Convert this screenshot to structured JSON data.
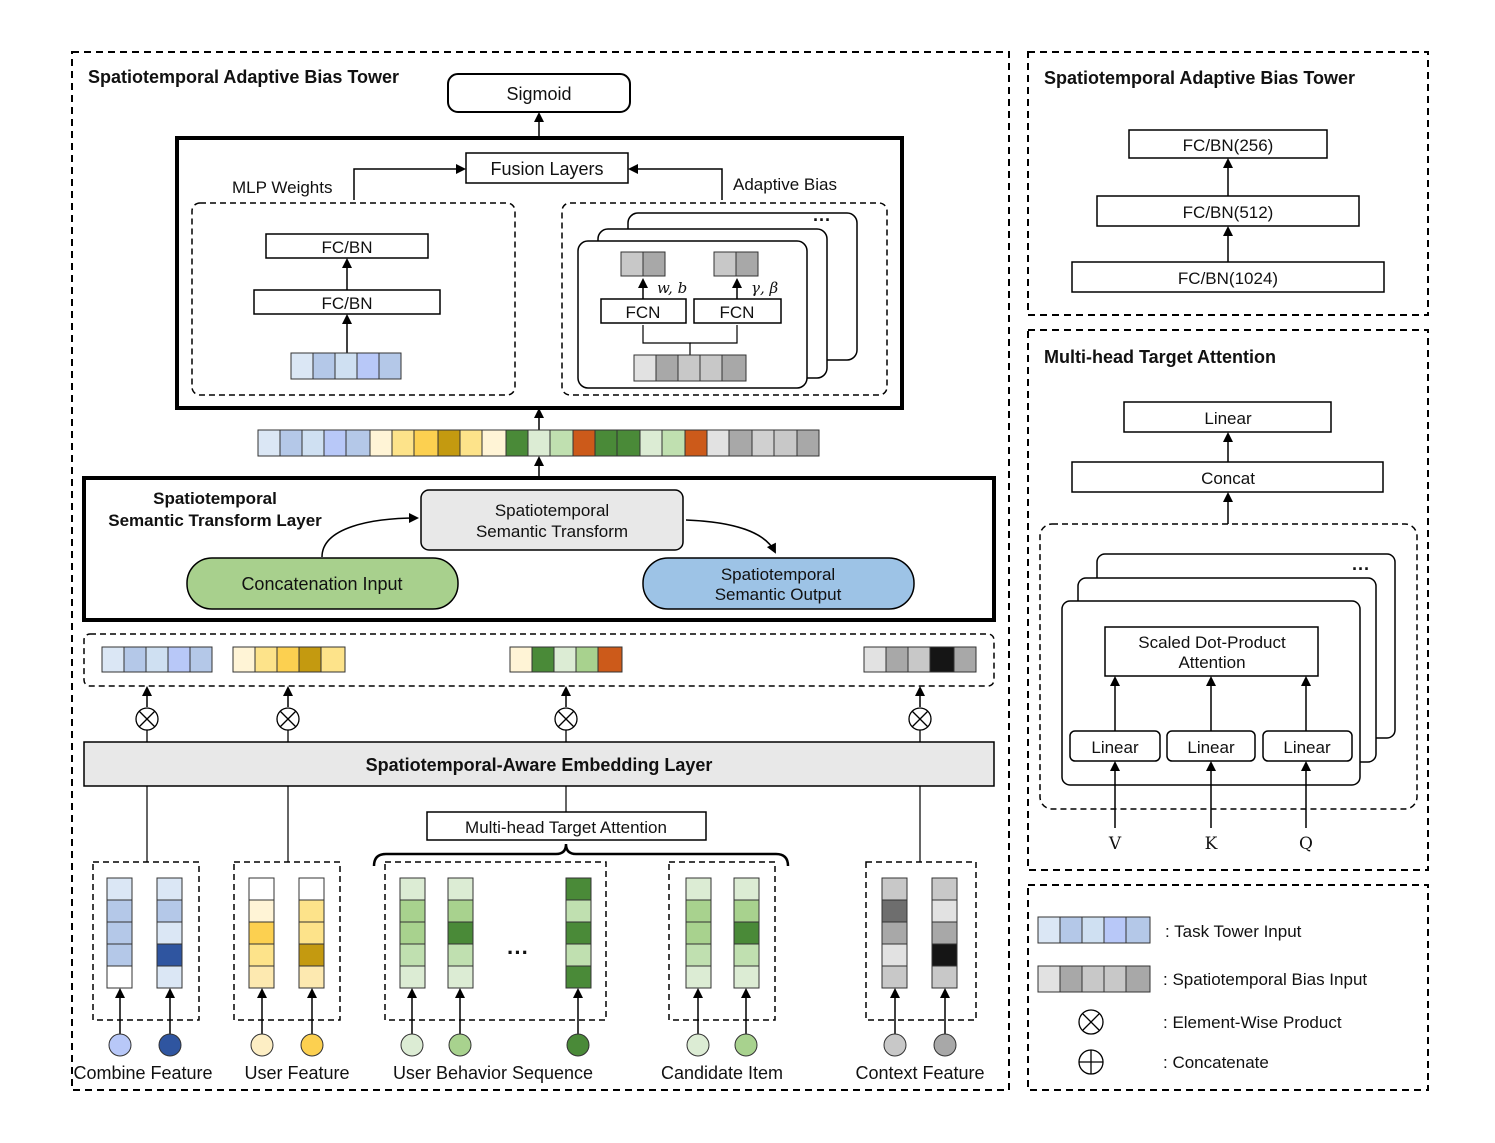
{
  "main_panel": {
    "title": "Spatiotemporal Adaptive Bias Tower",
    "sigmoid": "Sigmoid",
    "fusion": "Fusion Layers",
    "mlp_weights": "MLP Weights",
    "adaptive_bias": "Adaptive Bias",
    "fcbn_top": "FC/BN",
    "fcbn_bottom": "FC/BN",
    "fcn_left": "FCN",
    "fcn_right": "FCN",
    "wb": "w, b",
    "gamma_beta": "γ, β",
    "ellipsis": "···"
  },
  "semantic_layer": {
    "title_line1": "Spatiotemporal",
    "title_line2": "Semantic Transform Layer",
    "transform_line1": "Spatiotemporal",
    "transform_line2": "Semantic Transform",
    "concat_input": "Concatenation Input",
    "output_line1": "Spatiotemporal",
    "output_line2": "Semantic Output"
  },
  "embedding_layer": {
    "label": "Spatiotemporal-Aware Embedding Layer"
  },
  "mhta_label": "Multi-head Target Attention",
  "features": {
    "combine": "Combine Feature",
    "user": "User Feature",
    "behavior": "User Behavior Sequence",
    "behavior_ellipsis": "···",
    "candidate": "Candidate Item",
    "context": "Context Feature"
  },
  "right_tower": {
    "title": "Spatiotemporal Adaptive Bias Tower",
    "layers": [
      "FC/BN(256)",
      "FC/BN(512)",
      "FC/BN(1024)"
    ]
  },
  "right_attention": {
    "title": "Multi-head Target Attention",
    "linear_top": "Linear",
    "concat": "Concat",
    "sdpa_line1": "Scaled Dot-Product",
    "sdpa_line2": "Attention",
    "linears": [
      "Linear",
      "Linear",
      "Linear"
    ],
    "inputs": [
      "V",
      "K",
      "Q"
    ],
    "ellipsis": "···"
  },
  "legend": {
    "task_tower": ": Task Tower Input",
    "bias_input": ": Spatiotemporal Bias Input",
    "element_wise": ": Element-Wise Product",
    "concatenate": ": Concatenate"
  },
  "colors": {
    "blue_light": "#dbe7f5",
    "blue_mid": "#b4c8e8",
    "blue_dark": "#2f55a0",
    "yellow_light": "#fde9b0",
    "yellow_mid": "#fcd050",
    "yellow_dark": "#c49a10",
    "green_light": "#dcecd4",
    "green_mid": "#a8d28e",
    "green_dark": "#4a8a38",
    "orange": "#cc5a1a",
    "gray_light": "#e2e2e2",
    "gray_mid": "#a8a8a8",
    "gray_dark": "#6e6e6e",
    "black_cell": "#151515",
    "concat_green": "#a8d08d",
    "output_blue": "#9dc3e6",
    "box_gray": "#e8e8e8"
  }
}
